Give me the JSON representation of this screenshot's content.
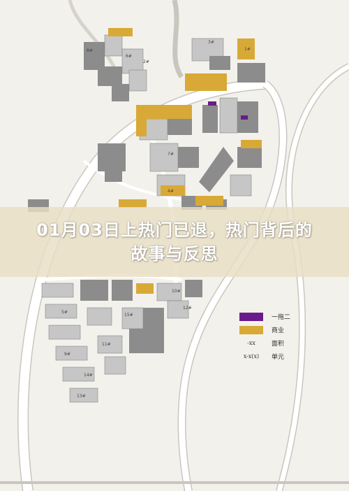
{
  "banner": {
    "title": "01月03日上热门已退，热门背后的故事与反思"
  },
  "colors": {
    "background": "#f3f1ec",
    "road": "#ffffff",
    "road_edge": "#c9c6be",
    "building_dark": "#8c8c8c",
    "building_light": "#c6c6c6",
    "commercial": "#d8a936",
    "purple": "#6a1b8a"
  },
  "block_labels": [
    "8#",
    "3#",
    "6#",
    "2#",
    "1#",
    "7#",
    "4#",
    "5#",
    "9#",
    "12#",
    "15#",
    "10#",
    "11#",
    "13#",
    "14#"
  ],
  "legend": {
    "items": [
      {
        "kind": "swatch",
        "color": "#6a1b8a",
        "label": "一拖二"
      },
      {
        "kind": "swatch",
        "color": "#d8a936",
        "label": "商业"
      },
      {
        "kind": "symbol",
        "symbol": "-xx",
        "label": "面积"
      },
      {
        "kind": "symbol",
        "symbol": "x-x(x)",
        "label": "单元"
      }
    ]
  }
}
